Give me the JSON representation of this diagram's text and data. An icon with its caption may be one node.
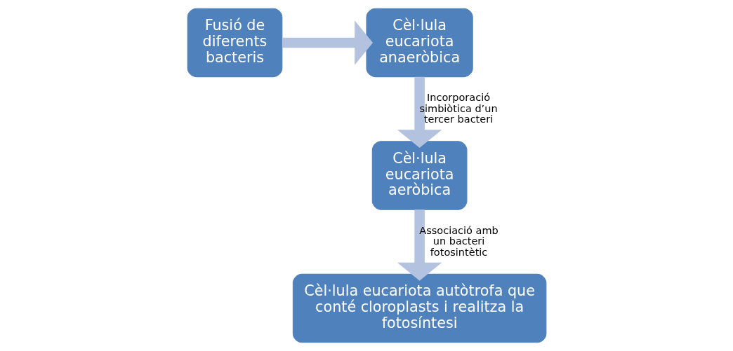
{
  "diagram": {
    "nodes": [
      {
        "text": [
          "Fusió de diferents bacteris"
        ]
      },
      {
        "text": [
          "Cèl·lula eucariota anaeròbica"
        ]
      },
      {
        "text": [
          "Cèl·lula eucariota aeròbica"
        ]
      },
      {
        "text": [
          "Cèl·lula eucariota autòtrofa que conté cloroplasts i realitza la fotosíntesi"
        ]
      }
    ],
    "edges": [
      {
        "from": 0,
        "to": 1,
        "arrow": "to"
      },
      {
        "from": 1,
        "to": 2,
        "arrow": "to",
        "label": "Incorporació simbiòtica d’un tercer bacteri"
      },
      {
        "from": 2,
        "to": 3,
        "arrow": "to",
        "label": "Associació amb un bacteri fotosintètic"
      }
    ]
  }
}
